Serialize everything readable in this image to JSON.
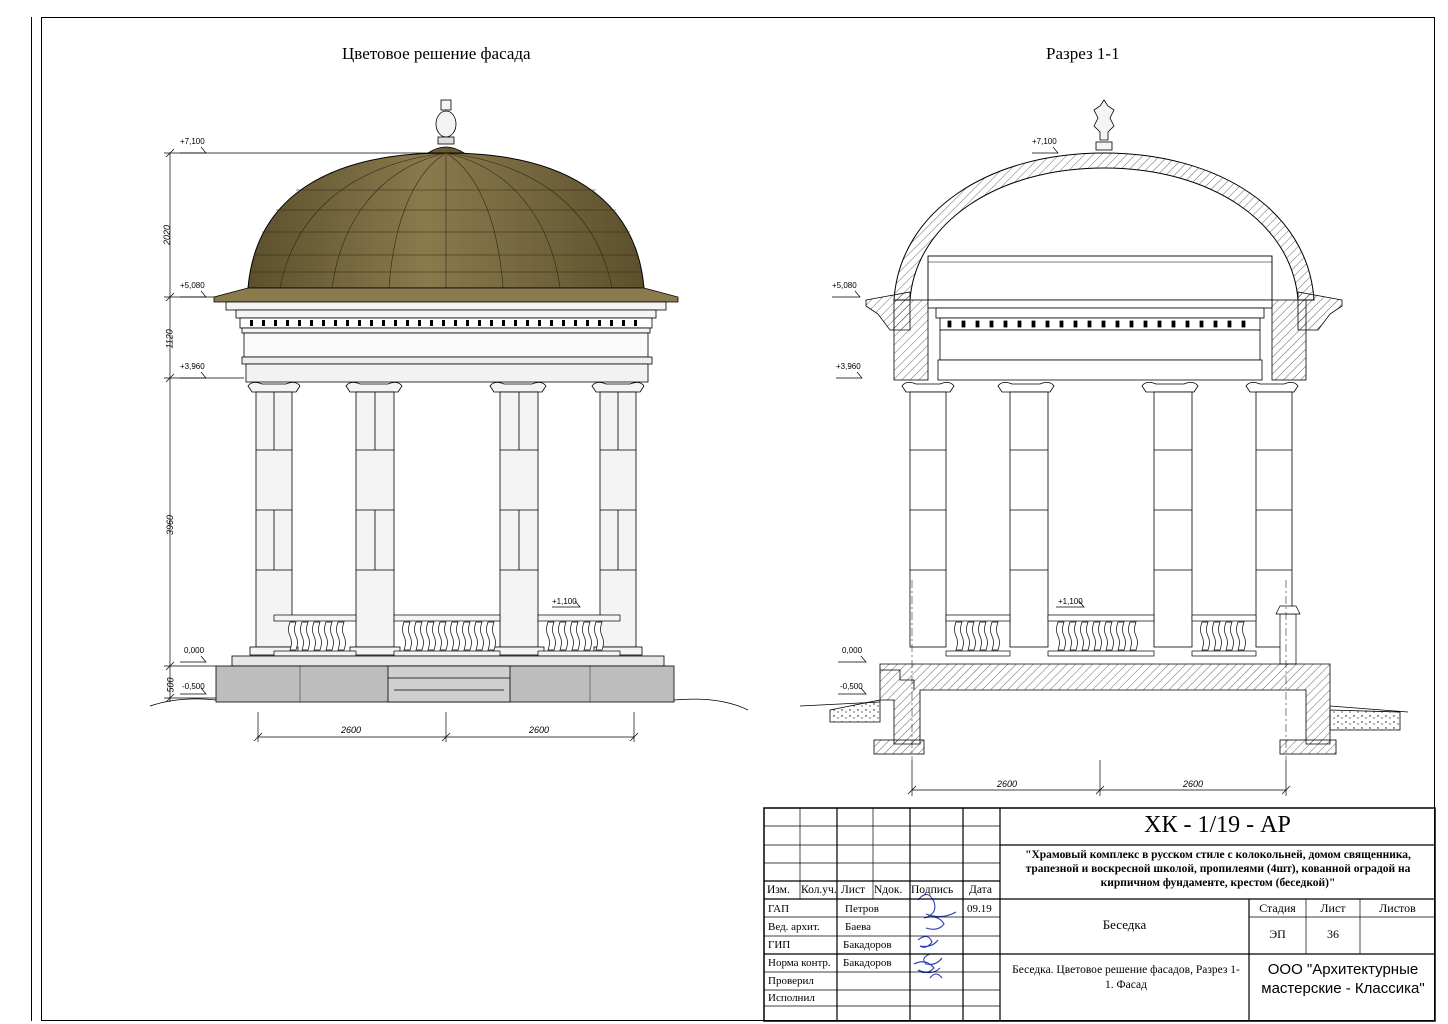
{
  "titles": {
    "facade": "Цветовое решение фасада",
    "section": "Разрез 1-1"
  },
  "facade_marks": {
    "top": "+7,100",
    "eave": "+5,080",
    "frieze": "+3,960",
    "rail": "+1,100",
    "zero": "0,000",
    "ground": "-0,500"
  },
  "facade_dims": {
    "dome": "2020",
    "entab": "1120",
    "column": "3960",
    "base": "500",
    "span_left": "2600",
    "span_right": "2600"
  },
  "section_marks": {
    "top": "+7,100",
    "eave": "+5,080",
    "frieze": "+3,960",
    "rail": "+1,100",
    "zero": "0,000",
    "ground": "-0,500"
  },
  "section_dims": {
    "span_left": "2600",
    "span_right": "2600"
  },
  "stamp": {
    "code": "ХК - 1/19 - АР",
    "project": "\"Храмовый комплекс в русском стиле с колокольней, домом священника, трапезной и воскресной школой, пропилеями (4шт), кованной оградой на кирпичном фундаменте,  крестом (беседкой)\"",
    "headers": {
      "izm": "Изм.",
      "kol": "Кол.уч.",
      "list": "Лист",
      "ndok": "Nдок.",
      "podpis": "Подпись",
      "data": "Дата"
    },
    "roles": [
      {
        "role": "ГАП",
        "name": "Петров",
        "date": "09.19"
      },
      {
        "role": "Вед. архит.",
        "name": "Баева",
        "date": ""
      },
      {
        "role": "ГИП",
        "name": "Бакадоров",
        "date": ""
      },
      {
        "role": "Норма контр.",
        "name": "Бакадоров",
        "date": ""
      },
      {
        "role": "Проверил",
        "name": "",
        "date": ""
      },
      {
        "role": "Исполнил",
        "name": "",
        "date": ""
      }
    ],
    "object": "Беседка",
    "stage_label": "Стадия",
    "sheet_label": "Лист",
    "sheets_label": "Листов",
    "stage": "ЭП",
    "sheet": "36",
    "sheets": "",
    "sheet_title": "Беседка. Цветовое решение фасадов, Разрез 1-1. Фасад",
    "company": "ООО \"Архитектурные мастерские - Классика\""
  },
  "colors": {
    "dome": "#7a6a40",
    "stone": "#f4f4f4",
    "base": "#bdbdbd",
    "line": "#000000"
  }
}
